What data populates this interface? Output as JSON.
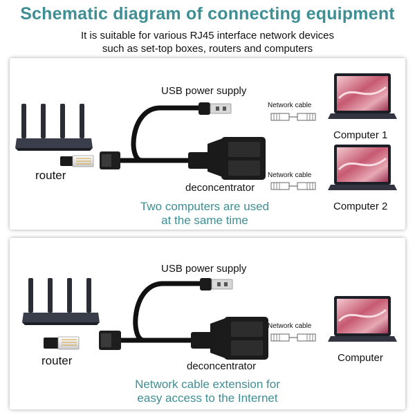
{
  "title": "Schematic diagram of connecting equipment",
  "subtitle_line1": "It is suitable for various RJ45 interface network devices",
  "subtitle_line2": "such as set-top boxes, routers and computers",
  "top_panel": {
    "usb_label": "USB power supply",
    "router_label": "router",
    "deconcentrator_label": "deconcentrator",
    "network_cable_label_1": "Network cable",
    "network_cable_label_2": "Network cable",
    "computer_1_label": "Computer 1",
    "computer_2_label": "Computer 2",
    "note_line1": "Two computers are used",
    "note_line2": "at the same time"
  },
  "bottom_panel": {
    "usb_label": "USB power supply",
    "router_label": "router",
    "deconcentrator_label": "deconcentrator",
    "network_cable_label": "Network cable",
    "computer_label": "Computer",
    "note_line1": "Network cable extension for",
    "note_line2": "easy access to the Internet"
  },
  "colors": {
    "accent": "#3e8f94",
    "device": "#2a2d36",
    "cable": "#111111"
  }
}
